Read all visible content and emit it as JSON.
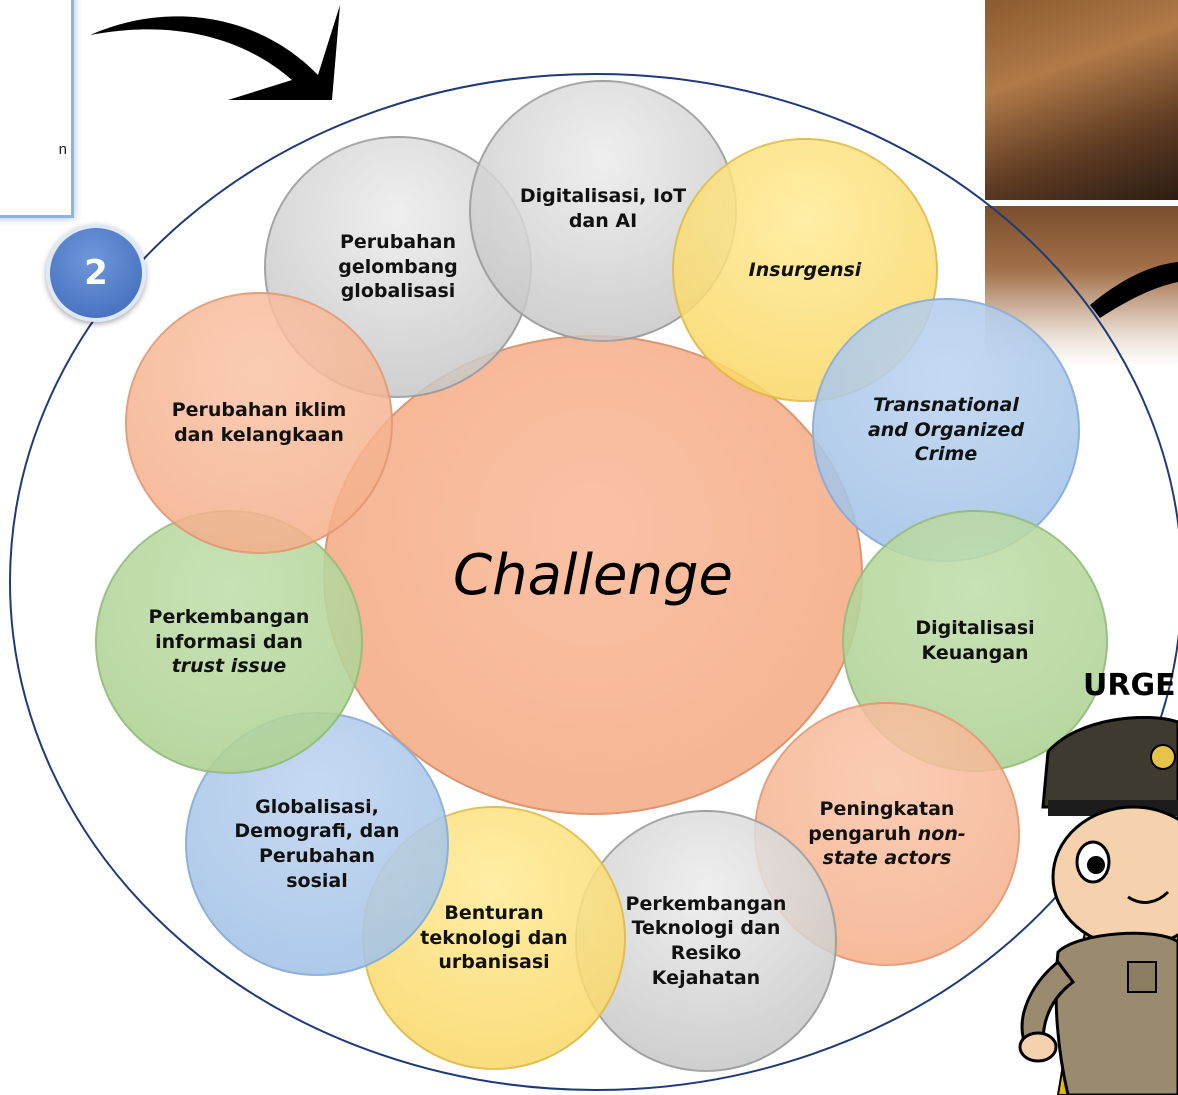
{
  "badge": {
    "number": "2"
  },
  "left_box": {
    "text": "n"
  },
  "center": {
    "label": "Challenge"
  },
  "circles": [
    {
      "id": "digitalisasi-iot-ai",
      "lines": [
        "Digitalisasi, IoT",
        "dan AI"
      ],
      "italic": false,
      "color": "gray"
    },
    {
      "id": "insurgensi",
      "lines": [
        "Insurgensi"
      ],
      "italic": true,
      "color": "yellow"
    },
    {
      "id": "transnational-crime",
      "lines": [
        "Transnational",
        "and Organized",
        "Crime"
      ],
      "italic": true,
      "color": "blue"
    },
    {
      "id": "digitalisasi-keuangan",
      "lines": [
        "Digitalisasi",
        "Keuangan"
      ],
      "italic": false,
      "color": "green"
    },
    {
      "id": "non-state-actors",
      "lines": [
        "Peningkatan",
        "pengaruh non-",
        "state actors"
      ],
      "italic": false,
      "color": "salmon"
    },
    {
      "id": "teknologi-kejahatan",
      "lines": [
        "Perkembangan",
        "Teknologi dan",
        "Resiko",
        "Kejahatan"
      ],
      "italic": false,
      "color": "gray"
    },
    {
      "id": "benturan-teknologi",
      "lines": [
        "Benturan",
        "teknologi dan",
        "urbanisasi"
      ],
      "italic": false,
      "color": "yellow"
    },
    {
      "id": "globalisasi-demografi",
      "lines": [
        "Globalisasi,",
        "Demografi, dan",
        "Perubahan",
        "sosial"
      ],
      "italic": false,
      "color": "blue"
    },
    {
      "id": "informasi-trust",
      "lines": [
        "Perkembangan",
        "informasi dan",
        "trust issue"
      ],
      "italic": false,
      "color": "green"
    },
    {
      "id": "perubahan-iklim",
      "lines": [
        "Perubahan iklim",
        "dan kelangkaan"
      ],
      "italic": false,
      "color": "salmon"
    },
    {
      "id": "gelombang-globalisasi",
      "lines": [
        "Perubahan",
        "gelombang",
        "globalisasi"
      ],
      "italic": false,
      "color": "gray"
    }
  ],
  "side_text": {
    "urgency": "URGE"
  },
  "colors": {
    "badge_blue": "#4a77c4",
    "frame_navy": "#1f3a78",
    "center_salmon": "#f6b58f"
  }
}
